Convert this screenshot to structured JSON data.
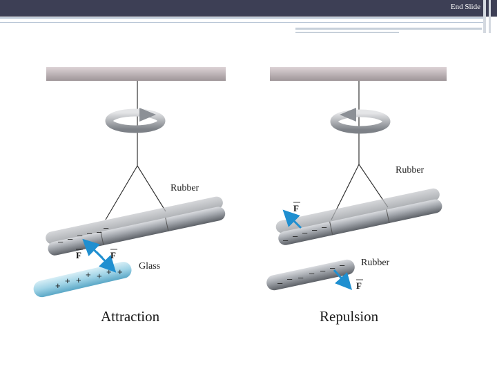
{
  "header": {
    "end_slide_label": "End Slide"
  },
  "left_panel": {
    "caption": "Attraction",
    "rubber_label": "Rubber",
    "glass_label": "Glass",
    "force_label": "F"
  },
  "right_panel": {
    "caption": "Repulsion",
    "rubber_top_label": "Rubber",
    "rubber_bottom_label": "Rubber",
    "force_label": "F"
  },
  "colors": {
    "title_bar": "#3d3f55",
    "force_arrow": "#1f8fd0",
    "rod_gray": "#9a9ea4",
    "glass_blue": "#9fd3e6"
  }
}
